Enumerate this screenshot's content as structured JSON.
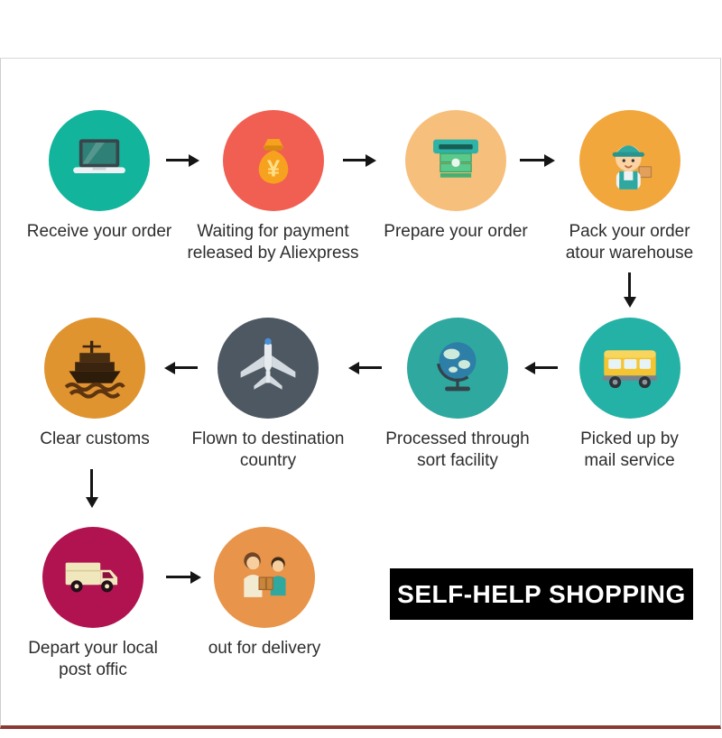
{
  "banner": {
    "label": "SELF-HELP SHOPPING",
    "bg": "#000000",
    "text_color": "#ffffff"
  },
  "steps": [
    {
      "label": "Receive your order",
      "icon": "laptop-icon",
      "circle_color": "#12b49b"
    },
    {
      "label": "Waiting for payment released by Aliexpress",
      "icon": "money-bag-icon",
      "circle_color": "#f15f52",
      "currency_glyph": "¥"
    },
    {
      "label": "Prepare your order",
      "icon": "cash-dispenser-icon",
      "circle_color": "#f6c07c"
    },
    {
      "label": "Pack your order atour warehouse",
      "icon": "warehouse-worker-icon",
      "circle_color": "#f2a73d"
    },
    {
      "label": "Picked up by mail service",
      "icon": "mail-bus-icon",
      "circle_color": "#25b2a6"
    },
    {
      "label": "Processed through sort facility",
      "icon": "globe-icon",
      "circle_color": "#2fa8a0"
    },
    {
      "label": "Flown to destination country",
      "icon": "airplane-icon",
      "circle_color": "#4e5862"
    },
    {
      "label": "Clear customs",
      "icon": "cargo-ship-icon",
      "circle_color": "#df9430"
    },
    {
      "label": "Depart your local post offic",
      "icon": "delivery-truck-icon",
      "circle_color": "#b0134f"
    },
    {
      "label": "out for delivery",
      "icon": "handoff-people-icon",
      "circle_color": "#e8944a"
    }
  ],
  "colors": {
    "frame_border": "#cfcfcf",
    "bottom_rule": "#8a3a34",
    "arrow": "#151515",
    "label_text": "#2d2d2d"
  }
}
